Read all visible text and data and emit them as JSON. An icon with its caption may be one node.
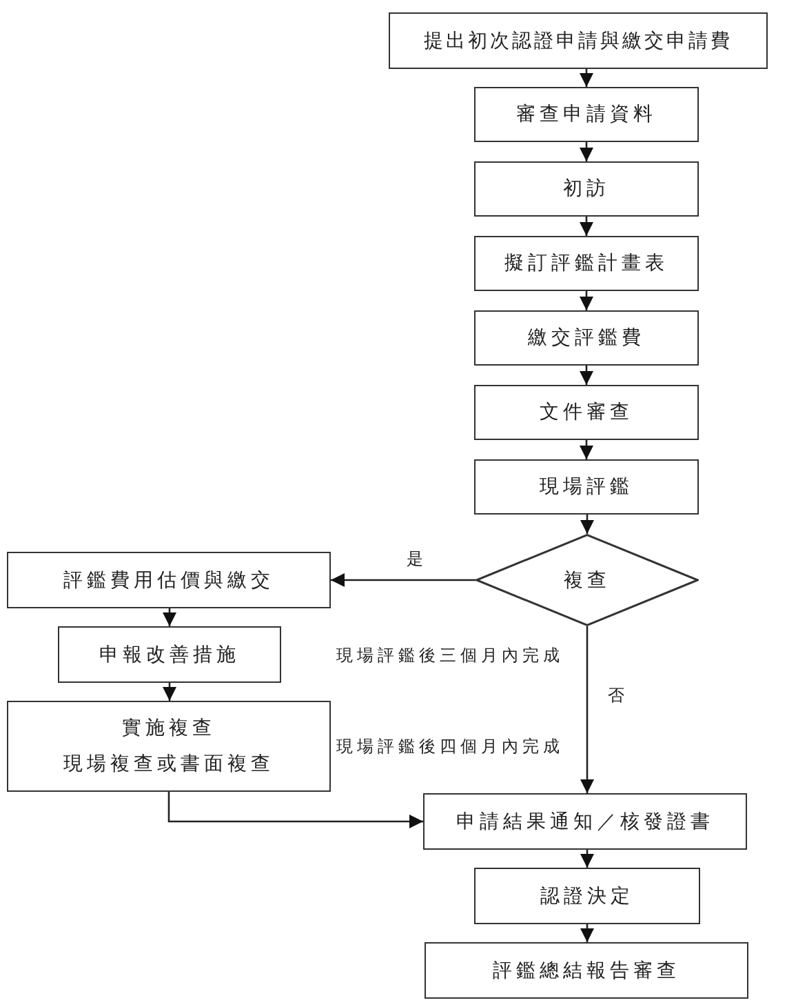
{
  "diagram": {
    "nodes": [
      {
        "text": [
          "提出初次認證申請與繳交申請費"
        ]
      },
      {
        "text": [
          "審查申請資料"
        ]
      },
      {
        "text": [
          "初訪"
        ]
      },
      {
        "text": [
          "擬訂評鑑計畫表"
        ]
      },
      {
        "text": [
          "繳交評鑑費"
        ]
      },
      {
        "text": [
          "文件審查"
        ]
      },
      {
        "text": [
          "現場評鑑"
        ]
      },
      {
        "text": [
          "複查"
        ]
      },
      {
        "text": [
          "評鑑費用估價與繳交"
        ]
      },
      {
        "text": [
          "申報改善措施"
        ]
      },
      {
        "text": [
          "實施複查",
          "現場複查或書面複查"
        ]
      },
      {
        "text": [
          "申請結果通知／核發證書"
        ]
      },
      {
        "text": [
          "認證決定"
        ]
      },
      {
        "text": [
          "評鑑總結報告審查"
        ]
      }
    ],
    "edges": [
      {
        "from": 0,
        "to": 1,
        "arrow": "to"
      },
      {
        "from": 1,
        "to": 2,
        "arrow": "to"
      },
      {
        "from": 2,
        "to": 3,
        "arrow": "to"
      },
      {
        "from": 3,
        "to": 4,
        "arrow": "to"
      },
      {
        "from": 4,
        "to": 5,
        "arrow": "to"
      },
      {
        "from": 5,
        "to": 6,
        "arrow": "to"
      },
      {
        "from": 6,
        "to": 7,
        "arrow": "to"
      },
      {
        "from": 7,
        "to": 8,
        "arrow": "to",
        "label": "是"
      },
      {
        "from": 8,
        "to": 9,
        "arrow": "to"
      },
      {
        "from": 9,
        "to": 10,
        "arrow": "to"
      },
      {
        "from": 10,
        "to": 11,
        "arrow": "to"
      },
      {
        "from": 7,
        "to": 11,
        "arrow": "to",
        "label": "否"
      },
      {
        "from": 11,
        "to": 12,
        "arrow": "to"
      },
      {
        "from": 12,
        "to": 13,
        "arrow": "to"
      }
    ],
    "labels": [
      "現場評鑑後三個月內完成",
      "現場評鑑後四個月內完成"
    ]
  }
}
